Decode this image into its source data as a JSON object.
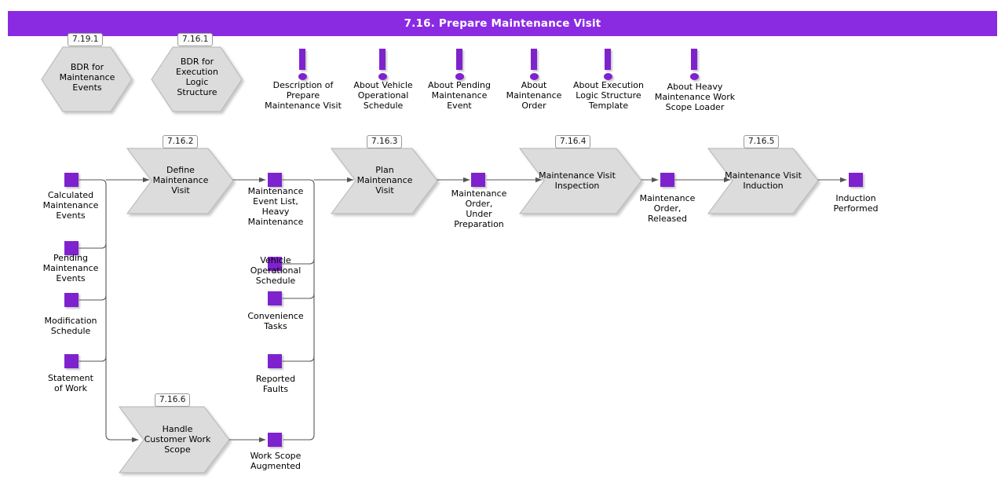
{
  "header": {
    "title": "7.16. Prepare Maintenance Visit",
    "bar_color": "#8A2BE2"
  },
  "colors": {
    "accent": "#7E22CE",
    "shape_fill": "#DCDCDC",
    "shape_stroke": "#B4B4B4",
    "connector": "#555555"
  },
  "hexagons": [
    {
      "badge": "7.19.1",
      "label": "BDR for\nMaintenance\nEvents"
    },
    {
      "badge": "7.16.1",
      "label": "BDR for\nExecution\nLogic\nStructure"
    }
  ],
  "notes": [
    {
      "icon": "exclamation-icon",
      "label": "Description of\nPrepare\nMaintenance Visit"
    },
    {
      "icon": "exclamation-icon",
      "label": "About Vehicle\nOperational\nSchedule"
    },
    {
      "icon": "exclamation-icon",
      "label": "About Pending\nMaintenance\nEvent"
    },
    {
      "icon": "exclamation-icon",
      "label": "About\nMaintenance\nOrder"
    },
    {
      "icon": "exclamation-icon",
      "label": "About Execution\nLogic Structure\nTemplate"
    },
    {
      "icon": "exclamation-icon",
      "label": "About Heavy\nMaintenance Work\nScope Loader"
    }
  ],
  "processes": [
    {
      "badge": "7.16.2",
      "label": "Define\nMaintenance\nVisit"
    },
    {
      "badge": "7.16.3",
      "label": "Plan\nMaintenance\nVisit"
    },
    {
      "badge": "7.16.4",
      "label": "Maintenance Visit\nInspection"
    },
    {
      "badge": "7.16.5",
      "label": "Maintenance Visit\nInduction"
    },
    {
      "badge": "7.16.6",
      "label": "Handle\nCustomer Work\nScope"
    }
  ],
  "inputs": [
    {
      "label": "Calculated\nMaintenance\nEvents"
    },
    {
      "label": "Pending\nMaintenance\nEvents"
    },
    {
      "label": "Modification\nSchedule"
    },
    {
      "label": "Statement\nof Work"
    }
  ],
  "intermediates": [
    {
      "label": "Maintenance\nEvent List,\nHeavy\nMaintenance"
    },
    {
      "label": "Vehicle\nOperational\nSchedule"
    },
    {
      "label": "Convenience\nTasks"
    },
    {
      "label": "Reported\nFaults"
    },
    {
      "label": "Work Scope\nAugmented"
    }
  ],
  "flow_objects": [
    {
      "label": "Maintenance\nOrder,\nUnder\nPreparation"
    },
    {
      "label": "Maintenance\nOrder,\nReleased"
    },
    {
      "label": "Induction\nPerformed"
    }
  ]
}
